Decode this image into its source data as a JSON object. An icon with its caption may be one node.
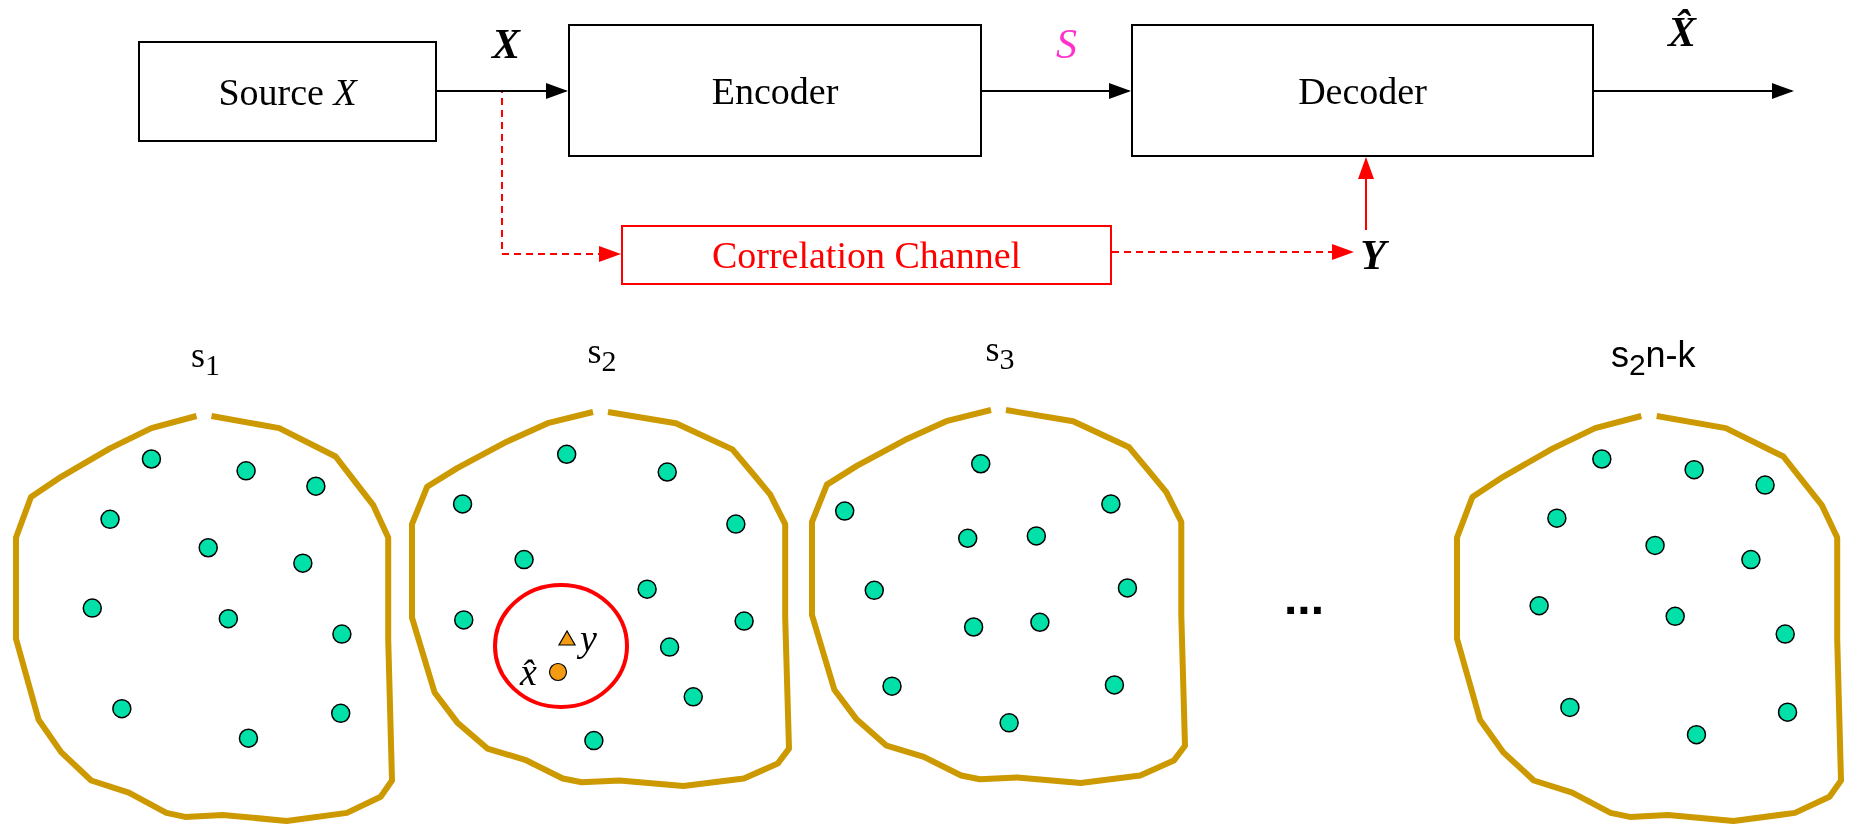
{
  "diagram": {
    "nodes": [
      {
        "text": [
          "Source *X*"
        ]
      },
      {
        "text": [
          "Encoder"
        ]
      },
      {
        "text": [
          "Decoder"
        ]
      },
      {
        "text": [
          "Correlation Channel"
        ]
      },
      {
        "text": [
          "Y"
        ]
      },
      {
        "text": [
          "s$_{1}$"
        ]
      },
      {
        "text": [
          "s$_{2}$"
        ]
      },
      {
        "text": [
          "y",
          "x̂"
        ],
        "in": 6
      },
      {
        "text": [
          "s$_{3}$"
        ]
      },
      {
        "text": [
          "s$_{2}$n-k"
        ]
      }
    ],
    "edges": [
      {
        "from": 0,
        "to": 1,
        "arrow": "to",
        "label": "X"
      },
      {
        "from": 1,
        "to": 2,
        "arrow": "to",
        "label": "S"
      },
      {
        "from": 2,
        "to": null,
        "arrow": "to",
        "label": "X̂"
      },
      {
        "from": 0,
        "to": 3,
        "arrow": "to",
        "style": "dashed",
        "color": "#ff0000"
      },
      {
        "from": 3,
        "to": 4,
        "arrow": "to",
        "style": "dashed",
        "color": "#ff0000"
      },
      {
        "from": 4,
        "to": 2,
        "arrow": "to",
        "color": "#ff0000"
      }
    ],
    "labels": [
      "..."
    ]
  }
}
